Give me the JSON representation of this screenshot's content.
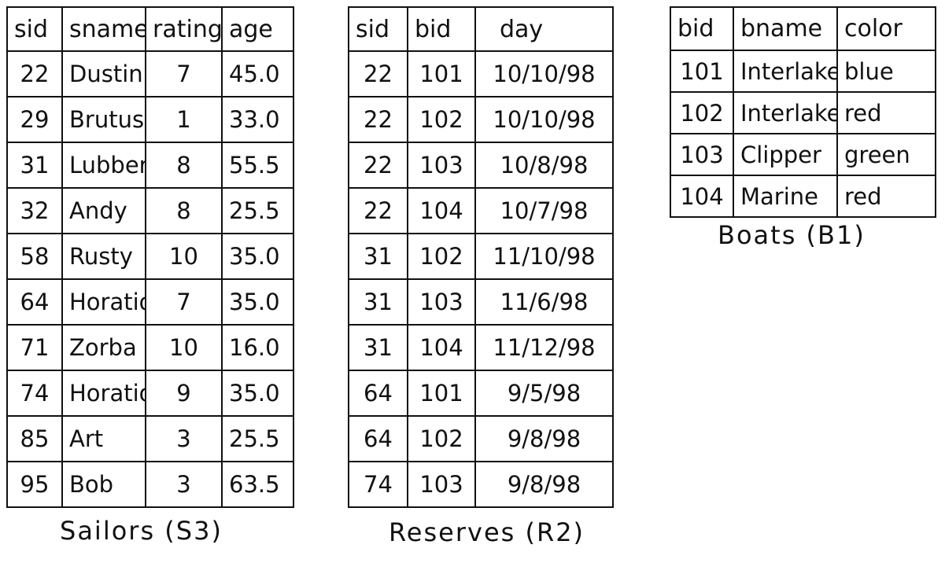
{
  "sailors": {
    "caption": "Sailors (S3)",
    "columns": [
      "sid",
      "sname",
      "rating",
      "age"
    ],
    "rows": [
      [
        "22",
        "Dustin",
        "7",
        "45.0"
      ],
      [
        "29",
        "Brutus",
        "1",
        "33.0"
      ],
      [
        "31",
        "Lubber",
        "8",
        "55.5"
      ],
      [
        "32",
        "Andy",
        "8",
        "25.5"
      ],
      [
        "58",
        "Rusty",
        "10",
        "35.0"
      ],
      [
        "64",
        "Horatio",
        "7",
        "35.0"
      ],
      [
        "71",
        "Zorba",
        "10",
        "16.0"
      ],
      [
        "74",
        "Horatio",
        "9",
        "35.0"
      ],
      [
        "85",
        "Art",
        "3",
        "25.5"
      ],
      [
        "95",
        "Bob",
        "3",
        "63.5"
      ]
    ]
  },
  "reserves": {
    "caption": "Reserves (R2)",
    "columns": [
      "sid",
      "bid",
      "day"
    ],
    "rows": [
      [
        "22",
        "101",
        "10/10/98"
      ],
      [
        "22",
        "102",
        "10/10/98"
      ],
      [
        "22",
        "103",
        "10/8/98"
      ],
      [
        "22",
        "104",
        "10/7/98"
      ],
      [
        "31",
        "102",
        "11/10/98"
      ],
      [
        "31",
        "103",
        "11/6/98"
      ],
      [
        "31",
        "104",
        "11/12/98"
      ],
      [
        "64",
        "101",
        "9/5/98"
      ],
      [
        "64",
        "102",
        "9/8/98"
      ],
      [
        "74",
        "103",
        "9/8/98"
      ]
    ]
  },
  "boats": {
    "caption": "Boats (B1)",
    "columns": [
      "bid",
      "bname",
      "color"
    ],
    "rows": [
      [
        "101",
        "Interlake",
        "blue"
      ],
      [
        "102",
        "Interlake",
        "red"
      ],
      [
        "103",
        "Clipper",
        "green"
      ],
      [
        "104",
        "Marine",
        "red"
      ]
    ]
  }
}
